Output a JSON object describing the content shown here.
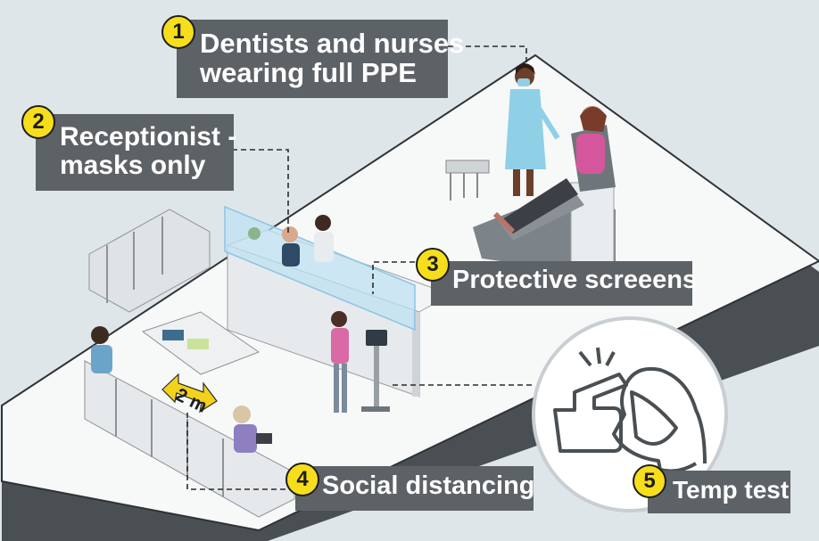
{
  "colors": {
    "background": "#dfe6e9",
    "floor": "#f7f8f8",
    "floor_edge": "#2f3336",
    "callout_bg": "#5d6266",
    "callout_text": "#ffffff",
    "badge_fill": "#f6de1c",
    "screen_blue": "#bfe1f3",
    "distance_arrow": "#f3d21c",
    "ppe_blue": "#8fd0e6",
    "patient_shirt": "#d4579e"
  },
  "callouts": [
    {
      "number": "1",
      "lines": [
        "Dentists and nurses",
        "wearing full PPE"
      ]
    },
    {
      "number": "2",
      "lines": [
        "Receptionist -",
        "masks only"
      ]
    },
    {
      "number": "3",
      "lines": [
        "Protective screeens"
      ]
    },
    {
      "number": "4",
      "lines": [
        "Social distancing"
      ]
    },
    {
      "number": "5",
      "lines": [
        "Temp test"
      ]
    }
  ],
  "distance_marker": {
    "label": "2 m"
  },
  "icons": [
    "thermometer-gun-icon",
    "masked-face-icon",
    "waiting-chairs",
    "reception-desk",
    "dental-chair",
    "temperature-kiosk"
  ]
}
